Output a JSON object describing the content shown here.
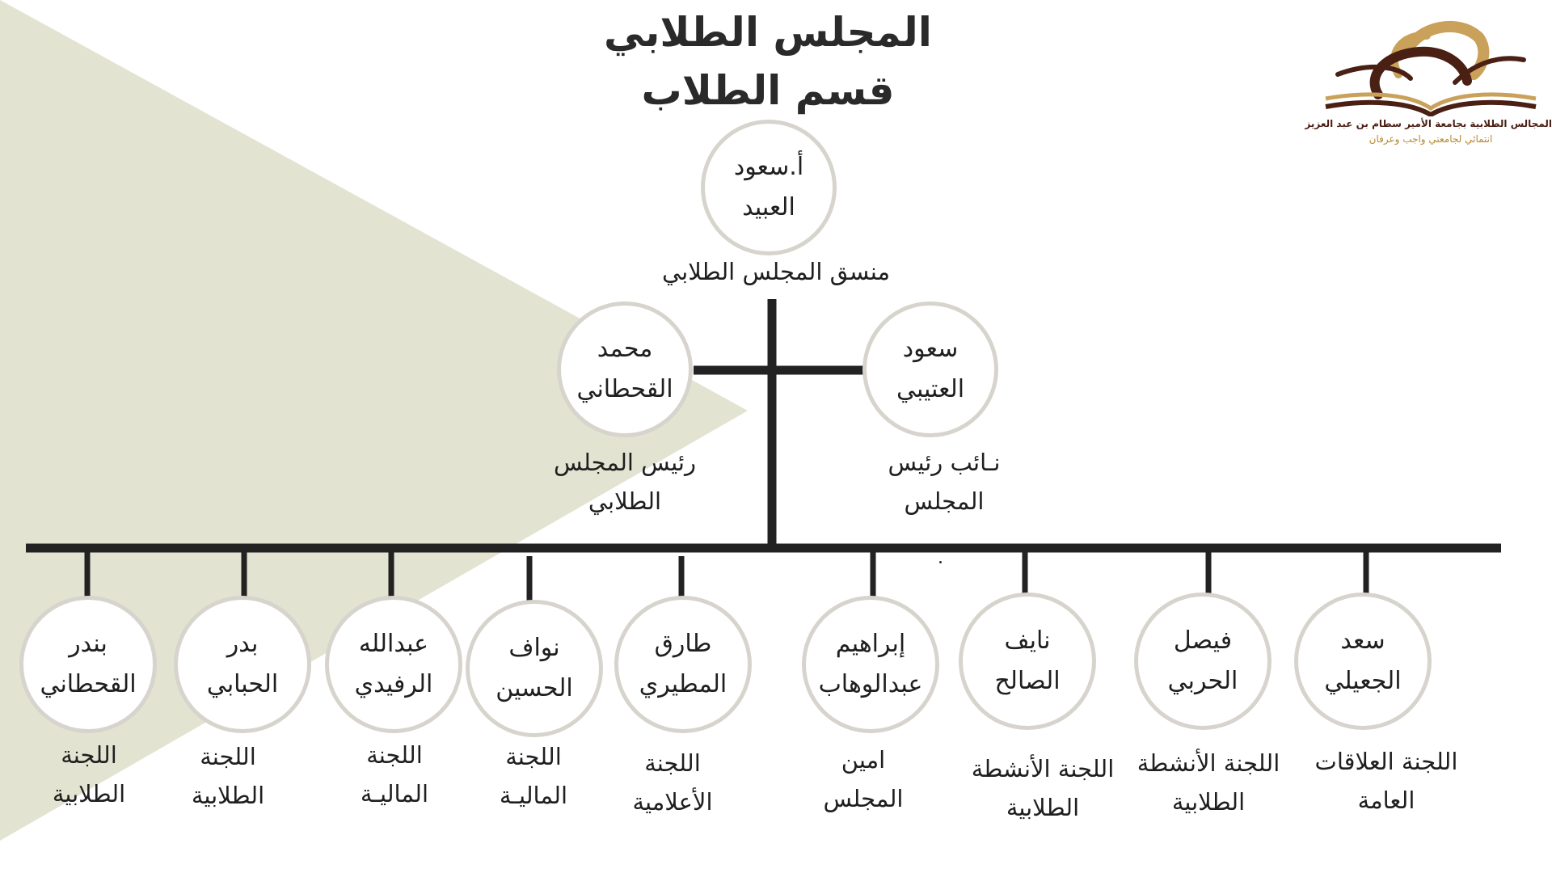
{
  "title": {
    "line1": "المجلس الطلابي",
    "line2": "قسم الطلاب"
  },
  "logo": {
    "line1": "المجالس الطلابية بجامعة الأمير سطام بن عبد العزيز",
    "line2": "انتمائي لجامعتي واجب وعرفان"
  },
  "coordinator": {
    "name": "أ.سعود\nالعبيد",
    "role": "منسق المجلس الطلابي"
  },
  "president": {
    "name": "محمد\nالقحطاني",
    "role": "رئيس المجلس\nالطلابي"
  },
  "vice": {
    "name": "سعود\nالعتيبي",
    "role": "نـائب رئيس\nالمجلس"
  },
  "members": [
    {
      "name": "بندر\nالقحطاني",
      "role": "اللجنة\nالطلابية"
    },
    {
      "name": "بدر\nالحبابي",
      "role": "اللجنة\nالطلابية"
    },
    {
      "name": "عبدالله\nالرفيدي",
      "role": "اللجنة\nالماليـة"
    },
    {
      "name": "نواف\nالحسين",
      "role": "اللجنة\nالماليـة"
    },
    {
      "name": "طارق\nالمطيري",
      "role": "اللجنة\nالأعلامية"
    },
    {
      "name": "إبراهيم\nعبدالوهاب",
      "role": "امين\nالمجلس"
    },
    {
      "name": "نايف\nالصالح",
      "role": "اللجنة الأنشطة\nالطلابية"
    },
    {
      "name": "فيصل\nالحربي",
      "role": "اللجنة الأنشطة\nالطلابية"
    },
    {
      "name": "سعد\nالجعيلي",
      "role": "اللجنة العلاقات\nالعامة"
    }
  ],
  "colors": {
    "triangle": "#e3e3d1",
    "connector": "#222222",
    "node_border": "#d6d4cc",
    "logo_brown": "#4a1f14",
    "logo_gold": "#c9a15a"
  }
}
